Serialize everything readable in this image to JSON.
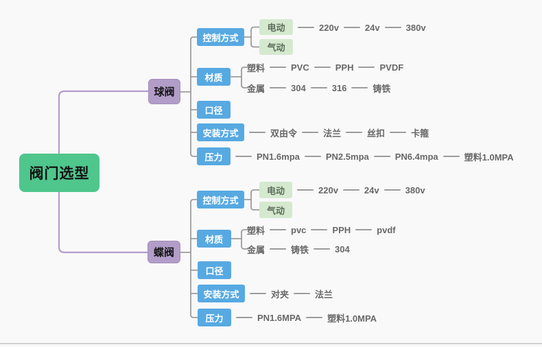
{
  "diagram": {
    "type": "mindmap",
    "root": "阀门选型",
    "colors": {
      "root_node": "#4fc68c",
      "branch_node": "#b29dc9",
      "category_node": "#57a9e2",
      "leaf_box_node": "#d5e9cf",
      "leaf_text": "#686868",
      "connector": "#9c9c9c",
      "root_connector": "#b39ccb",
      "canvas_background": "#f9f9f9"
    },
    "branches": [
      {
        "name": "球阀",
        "children": {
          "control": {
            "label": "控制方式",
            "electric": "电动",
            "pneumatic": "气动",
            "voltages": [
              "220v",
              "24v",
              "380v"
            ]
          },
          "material": {
            "label": "材质",
            "plastic": "塑料",
            "plastic_items": [
              "PVC",
              "PPH",
              "PVDF"
            ],
            "metal": "金属",
            "metal_items": [
              "304",
              "316",
              "铸铁"
            ]
          },
          "diameter": {
            "label": "口径"
          },
          "install": {
            "label": "安装方式",
            "items": [
              "双由令",
              "法兰",
              "丝扣",
              "卡箍"
            ]
          },
          "pressure": {
            "label": "压力",
            "items": [
              "PN1.6mpa",
              "PN2.5mpa",
              "PN6.4mpa",
              "塑料1.0MPA"
            ]
          }
        }
      },
      {
        "name": "蝶阀",
        "children": {
          "control": {
            "label": "控制方式",
            "electric": "电动",
            "pneumatic": "气动",
            "voltages": [
              "220v",
              "24v",
              "380v"
            ]
          },
          "material": {
            "label": "材质",
            "plastic": "塑料",
            "plastic_items": [
              "pvc",
              "PPH",
              "pvdf"
            ],
            "metal": "金属",
            "metal_items": [
              "铸铁",
              "304"
            ]
          },
          "diameter": {
            "label": "口径"
          },
          "install": {
            "label": "安装方式",
            "items": [
              "对夹",
              "法兰"
            ]
          },
          "pressure": {
            "label": "压力",
            "items": [
              "PN1.6MPA",
              "塑料1.0MPA"
            ]
          }
        }
      }
    ]
  }
}
